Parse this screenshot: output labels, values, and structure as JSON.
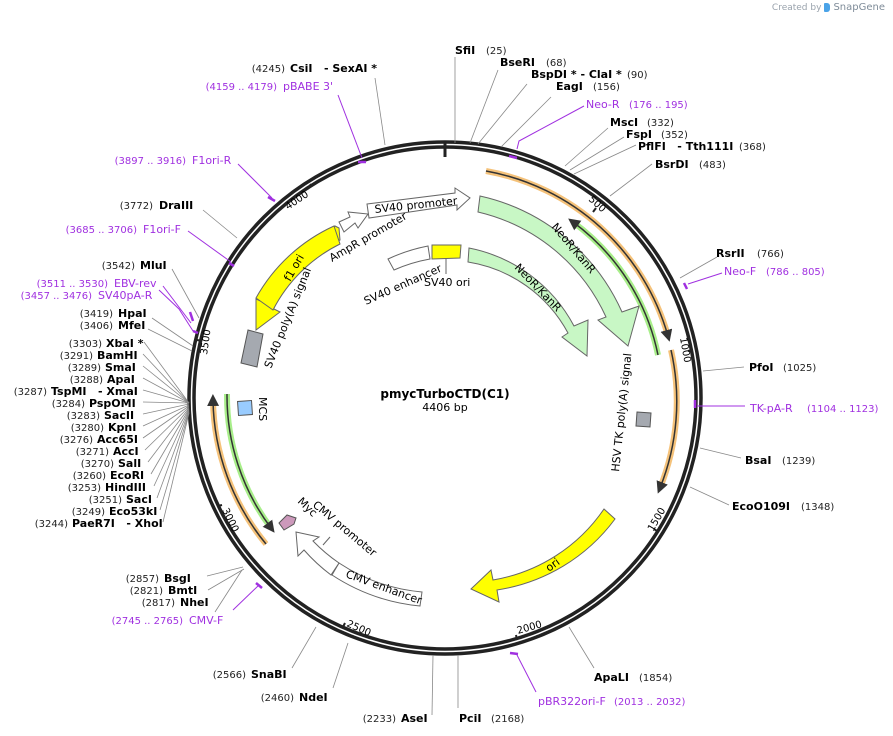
{
  "credit": {
    "prefix": "Created by",
    "brand": "SnapGene",
    "icon": "snapgene-logo-icon"
  },
  "plasmid": {
    "name": "pmycTurboCTD(C1)",
    "length_label": "4406 bp",
    "length": 4406
  },
  "ticks": [
    "500",
    "1000",
    "1500",
    "2000",
    "2500",
    "3000",
    "3500",
    "4000"
  ],
  "enzymes": {
    "sfiI": {
      "name": "SfiI",
      "pos": "(25)"
    },
    "bseRI": {
      "name": "BseRI",
      "pos": "(68)"
    },
    "bspDI": {
      "name": "BspDI * - ClaI *",
      "pos": "(90)"
    },
    "eagI": {
      "name": "EagI",
      "pos": "(156)"
    },
    "mscI": {
      "name": "MscI",
      "pos": "(332)"
    },
    "fspI": {
      "name": "FspI",
      "pos": "(352)"
    },
    "pflFI": {
      "name": "PflFI   - Tth111I",
      "pos": "(368)"
    },
    "bsrDI": {
      "name": "BsrDI",
      "pos": "(483)"
    },
    "rsrII": {
      "name": "RsrII",
      "pos": "(766)"
    },
    "pfoI": {
      "name": "PfoI",
      "pos": "(1025)"
    },
    "bsaI": {
      "name": "BsaI",
      "pos": "(1239)"
    },
    "ecoO109I": {
      "name": "EcoO109I",
      "pos": "(1348)"
    },
    "apaLI": {
      "name": "ApaLI",
      "pos": "(1854)"
    },
    "pciI": {
      "name": "PciI",
      "pos": "(2168)"
    },
    "aseI": {
      "name": "AseI",
      "pos": "(2233)"
    },
    "ndeI": {
      "name": "NdeI",
      "pos": "(2460)"
    },
    "snaBI": {
      "name": "SnaBI",
      "pos": "(2566)"
    },
    "nheI": {
      "name": "NheI",
      "pos": "(2817)"
    },
    "bmtI": {
      "name": "BmtI",
      "pos": "(2821)"
    },
    "bsgI": {
      "name": "BsgI",
      "pos": "(2857)"
    },
    "paeR7I": {
      "name": "PaeR7I   - XhoI",
      "pos": "(3244)"
    },
    "eco53kI": {
      "name": "Eco53kI",
      "pos": "(3249)"
    },
    "sacI": {
      "name": "SacI",
      "pos": "(3251)"
    },
    "hindIII": {
      "name": "HindIII",
      "pos": "(3253)"
    },
    "ecoRI": {
      "name": "EcoRI",
      "pos": "(3260)"
    },
    "salI": {
      "name": "SalI",
      "pos": "(3270)"
    },
    "accI": {
      "name": "AccI",
      "pos": "(3271)"
    },
    "acc65I": {
      "name": "Acc65I",
      "pos": "(3276)"
    },
    "kpnI": {
      "name": "KpnI",
      "pos": "(3280)"
    },
    "sacII": {
      "name": "SacII",
      "pos": "(3283)"
    },
    "pspOMI": {
      "name": "PspOMI",
      "pos": "(3284)"
    },
    "tspMI": {
      "name": "TspMI   - XmaI",
      "pos": "(3287)"
    },
    "apaI": {
      "name": "ApaI",
      "pos": "(3288)"
    },
    "smaI": {
      "name": "SmaI",
      "pos": "(3289)"
    },
    "bamHI": {
      "name": "BamHI",
      "pos": "(3291)"
    },
    "xbaI": {
      "name": "XbaI *",
      "pos": "(3303)"
    },
    "mfeI": {
      "name": "MfeI",
      "pos": "(3406)"
    },
    "hpaI": {
      "name": "HpaI",
      "pos": "(3419)"
    },
    "mluI": {
      "name": "MluI",
      "pos": "(3542)"
    },
    "draIII": {
      "name": "DraIII",
      "pos": "(3772)"
    },
    "csiI": {
      "name": "CsiI   - SexAI *",
      "pos": "(4245)"
    }
  },
  "primers": {
    "neoR": {
      "name": "Neo-R",
      "range": "(176 .. 195)"
    },
    "neoF": {
      "name": "Neo-F",
      "range": "(786 .. 805)"
    },
    "tkpaR": {
      "name": "TK-pA-R",
      "range": "(1104 .. 1123)"
    },
    "pbr322": {
      "name": "pBR322ori-F",
      "range": "(2013 .. 2032)"
    },
    "cmvF": {
      "name": "CMV-F",
      "range": "(2745 .. 2765)"
    },
    "sv40paR": {
      "name": "SV40pA-R",
      "range": "(3457 .. 3476)"
    },
    "ebvRev": {
      "name": "EBV-rev",
      "range": "(3511 .. 3530)"
    },
    "f1oriF": {
      "name": "F1ori-F",
      "range": "(3685 .. 3706)"
    },
    "f1oriR": {
      "name": "F1ori-R",
      "range": "(3897 .. 3916)"
    },
    "pbabe3": {
      "name": "pBABE 3'",
      "range": "(4159 .. 4179)"
    }
  },
  "features": {
    "sv40_promoter": "SV40 promoter",
    "ampr_promoter": "AmpR promoter",
    "f1_ori": "f1 ori",
    "sv40_polya": "SV40 poly(A) signal",
    "sv40_enhancer": "SV40 enhancer",
    "sv40_ori": "SV40 ori",
    "neor_outer": "NeoR/KanR",
    "neor_inner": "NeoR/KanR",
    "hsv_tk_polya": "HSV TK poly(A) signal",
    "ori": "ori",
    "cmv_enhancer": "CMV enhancer",
    "cmv_promoter": "CMV promoter",
    "myc": "Myc",
    "mcs": "MCS"
  },
  "colors": {
    "backbone": "#222222",
    "primer": "#a030e0",
    "neor": "#c8f7c5",
    "yellow": "#ffff00",
    "orf_orange": "#f5c27a",
    "orf_green": "#a8ee8a",
    "gray_box": "#a5a9b0",
    "mcs_blue": "#99ccff",
    "myc_pink": "#cc99bb"
  }
}
